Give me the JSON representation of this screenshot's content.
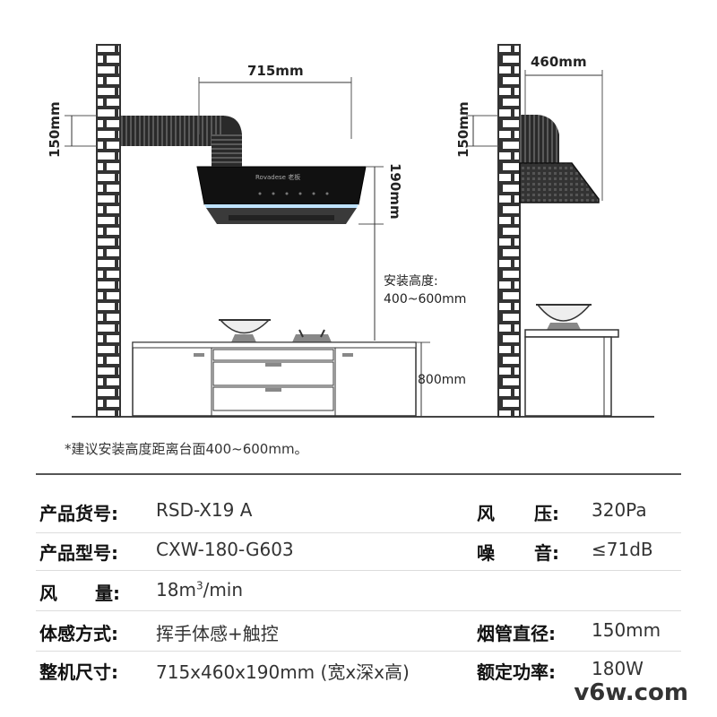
{
  "diagram": {
    "width_label": "715mm",
    "depth_label": "460mm",
    "pipe_label_front": "150mm",
    "pipe_label_side": "150mm",
    "hood_height_label": "190mm",
    "install_height_title": "安装高度:",
    "install_height_range": "400~600mm",
    "counter_height_label": "800mm",
    "brand_text": "Rovadese 老板"
  },
  "note": "*建议安装高度距离台面400~600mm。",
  "specs": {
    "product_no_label": "产品货号:",
    "product_no_value": "RSD-X19 A",
    "model_label": "产品型号:",
    "model_value": "CXW-180-G603",
    "airflow_label_a": "风",
    "airflow_label_b": "量:",
    "airflow_value_main": "18m",
    "airflow_value_sup": "3",
    "airflow_value_unit": "/min",
    "sensing_label": "体感方式:",
    "sensing_value": "挥手体感+触控",
    "size_label": "整机尺寸:",
    "size_value": "715x460x190mm (宽x深x高)",
    "pressure_label_a": "风",
    "pressure_label_b": "压:",
    "pressure_value": "320Pa",
    "noise_label_a": "噪",
    "noise_label_b": "音:",
    "noise_value": "≤71dB",
    "pipe_label": "烟管直径:",
    "pipe_value": "150mm",
    "power_label": "额定功率:",
    "power_value": "180W"
  },
  "watermark": "v6w.com"
}
